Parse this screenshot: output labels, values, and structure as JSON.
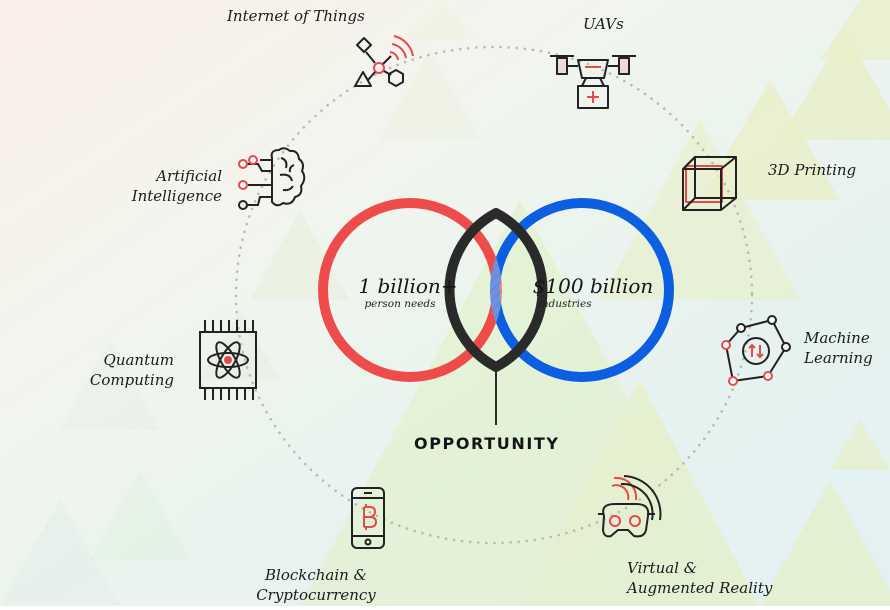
{
  "center": {
    "left_value": "1 billion+",
    "left_caption": "person needs",
    "right_value": "$100 billion",
    "right_caption": "industries",
    "overlap_label": "OPPORTUNITY"
  },
  "technologies": {
    "iot": "Internet of Things",
    "uavs": "UAVs",
    "printing_3d": "3D Printing",
    "ml_line1": "Machine",
    "ml_line2": "Learning",
    "vr_line1": "Virtual &",
    "vr_line2": "Augmented Reality",
    "blockchain_line1": "Blockchain &",
    "blockchain_line2": "Cryptocurrency",
    "quantum_line1": "Quantum",
    "quantum_line2": "Computing",
    "ai_line1": "Artificial",
    "ai_line2": "Intelligence"
  },
  "colors": {
    "red": "#ee4b4b",
    "blue": "#0b5fe0",
    "dark": "#2a2a2a"
  },
  "icons": [
    "iot-network-icon",
    "drone-icon",
    "cube-3d-printing-icon",
    "machine-learning-network-icon",
    "vr-headset-icon",
    "blockchain-phone-icon",
    "quantum-chip-icon",
    "brain-ai-icon"
  ]
}
